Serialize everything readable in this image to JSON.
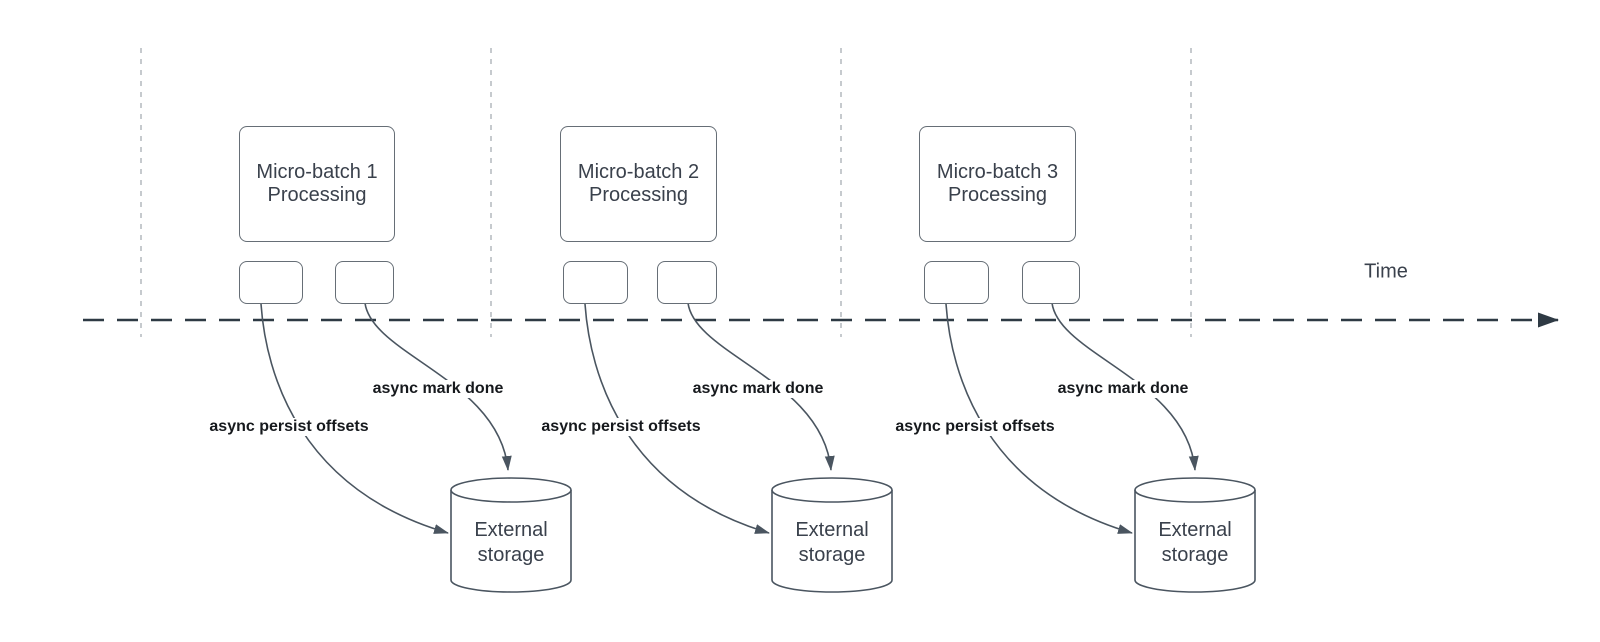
{
  "diagram": {
    "time_label": "Time",
    "colors": {
      "axis_line": "#2e3a44",
      "connector_line": "#4a5560",
      "box_border": "#666e76",
      "gridline": "#b4b9bd",
      "box_text": "#3a414c",
      "edge_label_text": "#16191d",
      "shape_fill": "#ffffff"
    },
    "groups": [
      {
        "title_line1": "Micro-batch 1",
        "title_line2": "Processing",
        "persist_label": "async persist offsets",
        "done_label": "async mark done",
        "storage_line1": "External",
        "storage_line2": "storage"
      },
      {
        "title_line1": "Micro-batch 2",
        "title_line2": "Processing",
        "persist_label": "async persist offsets",
        "done_label": "async mark done",
        "storage_line1": "External",
        "storage_line2": "storage"
      },
      {
        "title_line1": "Micro-batch 3",
        "title_line2": "Processing",
        "persist_label": "async persist offsets",
        "done_label": "async mark done",
        "storage_line1": "External",
        "storage_line2": "storage"
      }
    ]
  }
}
